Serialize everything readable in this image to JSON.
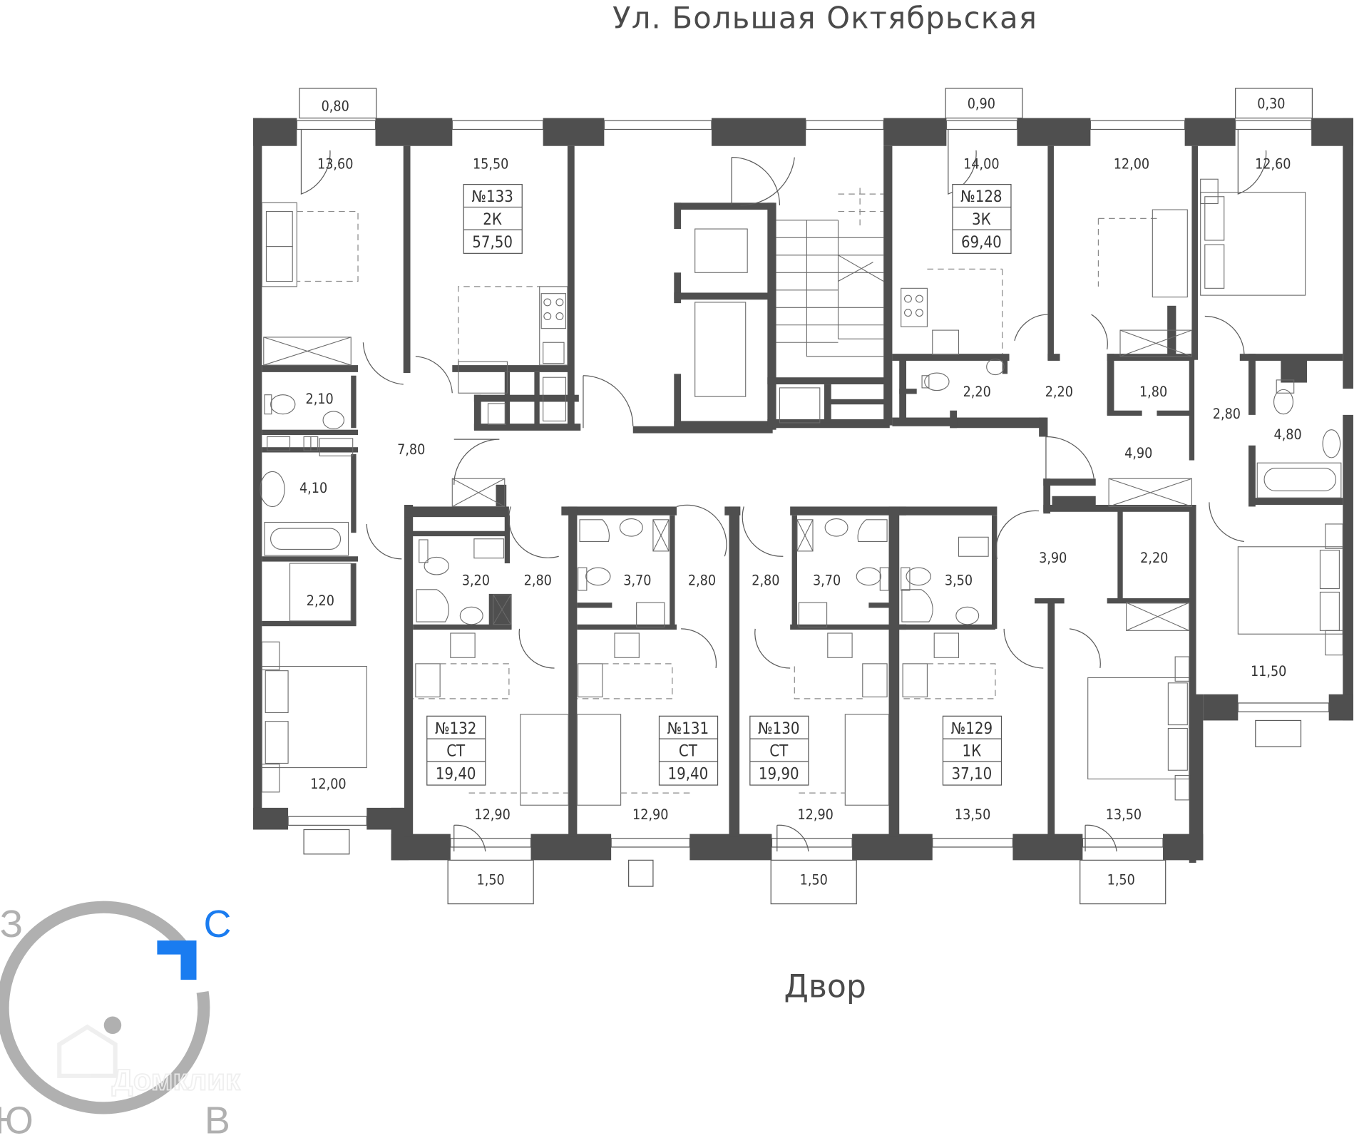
{
  "plan": {
    "street_label": "Ул. Большая Октябрьская",
    "yard_label": "Двор",
    "wall_color": "#4f4f4f",
    "north_color": "#1a7cf0",
    "compass_gray": "#b0b0b0"
  },
  "compass": {
    "north": "С",
    "west": "З",
    "south": "Ю",
    "east": "В"
  },
  "watermark": "Домклик",
  "apartments": [
    {
      "number": "№133",
      "type": "2К",
      "area": "57,50"
    },
    {
      "number": "№128",
      "type": "3К",
      "area": "69,40"
    },
    {
      "number": "№132",
      "type": "СТ",
      "area": "19,40"
    },
    {
      "number": "№131",
      "type": "СТ",
      "area": "19,40"
    },
    {
      "number": "№130",
      "type": "СТ",
      "area": "19,90"
    },
    {
      "number": "№129",
      "type": "1К",
      "area": "37,10"
    }
  ],
  "balconies_top": [
    "0,80",
    "0,90",
    "0,30"
  ],
  "balconies_bottom": [
    "1,50",
    "1,50",
    "1,50"
  ],
  "rooms": {
    "r133_bed1": "13,60",
    "r133_living": "15,50",
    "r133_wc": "2,10",
    "r133_bath": "4,10",
    "r133_hall": "7,80",
    "r133_storage": "2,20",
    "r133_bed2": "12,00",
    "r128_living": "14,00",
    "r128_bed1": "12,00",
    "r128_bed2": "12,60",
    "r128_wc": "2,20",
    "r128_hall1": "2,20",
    "r128_closet": "1,80",
    "r128_hall2": "2,80",
    "r128_bath": "4,80",
    "r128_hall3": "4,90",
    "r128_bed3": "11,50",
    "r132_bath": "3,20",
    "r132_hall": "2,80",
    "r132_room": "12,90",
    "r131_bath": "3,70",
    "r131_hall": "2,80",
    "r131_room": "12,90",
    "r130_hall": "2,80",
    "r130_bath": "3,70",
    "r130_room": "12,90",
    "r129_bath": "3,50",
    "r129_hall": "3,90",
    "r129_closet": "2,20",
    "r129_living": "13,50",
    "r129_bed": "13,50"
  }
}
